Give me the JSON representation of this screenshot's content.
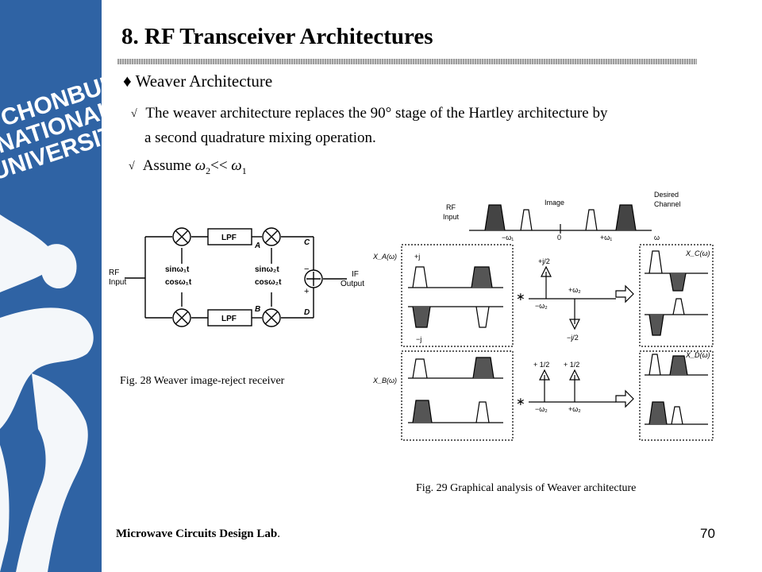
{
  "sidebar": {
    "logo_lines": [
      "CHONBUK",
      "NATIONAL",
      "UNIVERSITY"
    ],
    "color": "#2f63a4"
  },
  "title": "8. RF Transceiver Architectures",
  "section": {
    "bullet": "♦",
    "heading": "Weaver Architecture"
  },
  "body": {
    "check": "√",
    "line1": "The weaver architecture replaces the 90° stage of the Hartley architecture by",
    "line2": "a second quadrature mixing operation.",
    "assume_prefix": "Assume",
    "omega": "ω",
    "assume_sub2": "2",
    "assume_op": "<<",
    "assume_sub1": "1"
  },
  "fig28": {
    "caption": "Fig. 28 Weaver image-reject receiver",
    "labels": {
      "rf": "RF",
      "input": "Input",
      "lpf_top": "LPF",
      "lpf_bottom": "LPF",
      "a": "A",
      "b": "B",
      "c": "C",
      "d": "D",
      "sin1": "sinω₁t",
      "cos1": "cosω₁t",
      "sin2": "sinω₂t",
      "cos2": "cosω₂t",
      "minus": "−",
      "plus": "+",
      "if": "IF",
      "output": "Output"
    }
  },
  "fig29": {
    "caption": "Fig. 29 Graphical analysis of Weaver architecture",
    "labels": {
      "rf": "RF",
      "input": "Input",
      "image": "Image",
      "desired1": "Desired",
      "desired2": "Channel",
      "minus_w1": "−ω₁",
      "zero": "0",
      "plus_w1": "+ω₁",
      "omega": "ω",
      "xa": "X_A(ω)",
      "xb": "X_B(ω)",
      "xc": "X_C(ω)",
      "xd": "X_D(ω)",
      "plus_j": "+j",
      "minus_j": "−j",
      "plus_j2": "+j/2",
      "minus_j2": "−j/2",
      "half": "+ 1/2",
      "half2": "+ 1/2",
      "minus_w2": "−ω₂",
      "plus_w2": "+ω₂",
      "times": "∗"
    }
  },
  "footer": {
    "lab": "Microwave Circuits Design Lab",
    "dot": ".",
    "page": "70"
  }
}
